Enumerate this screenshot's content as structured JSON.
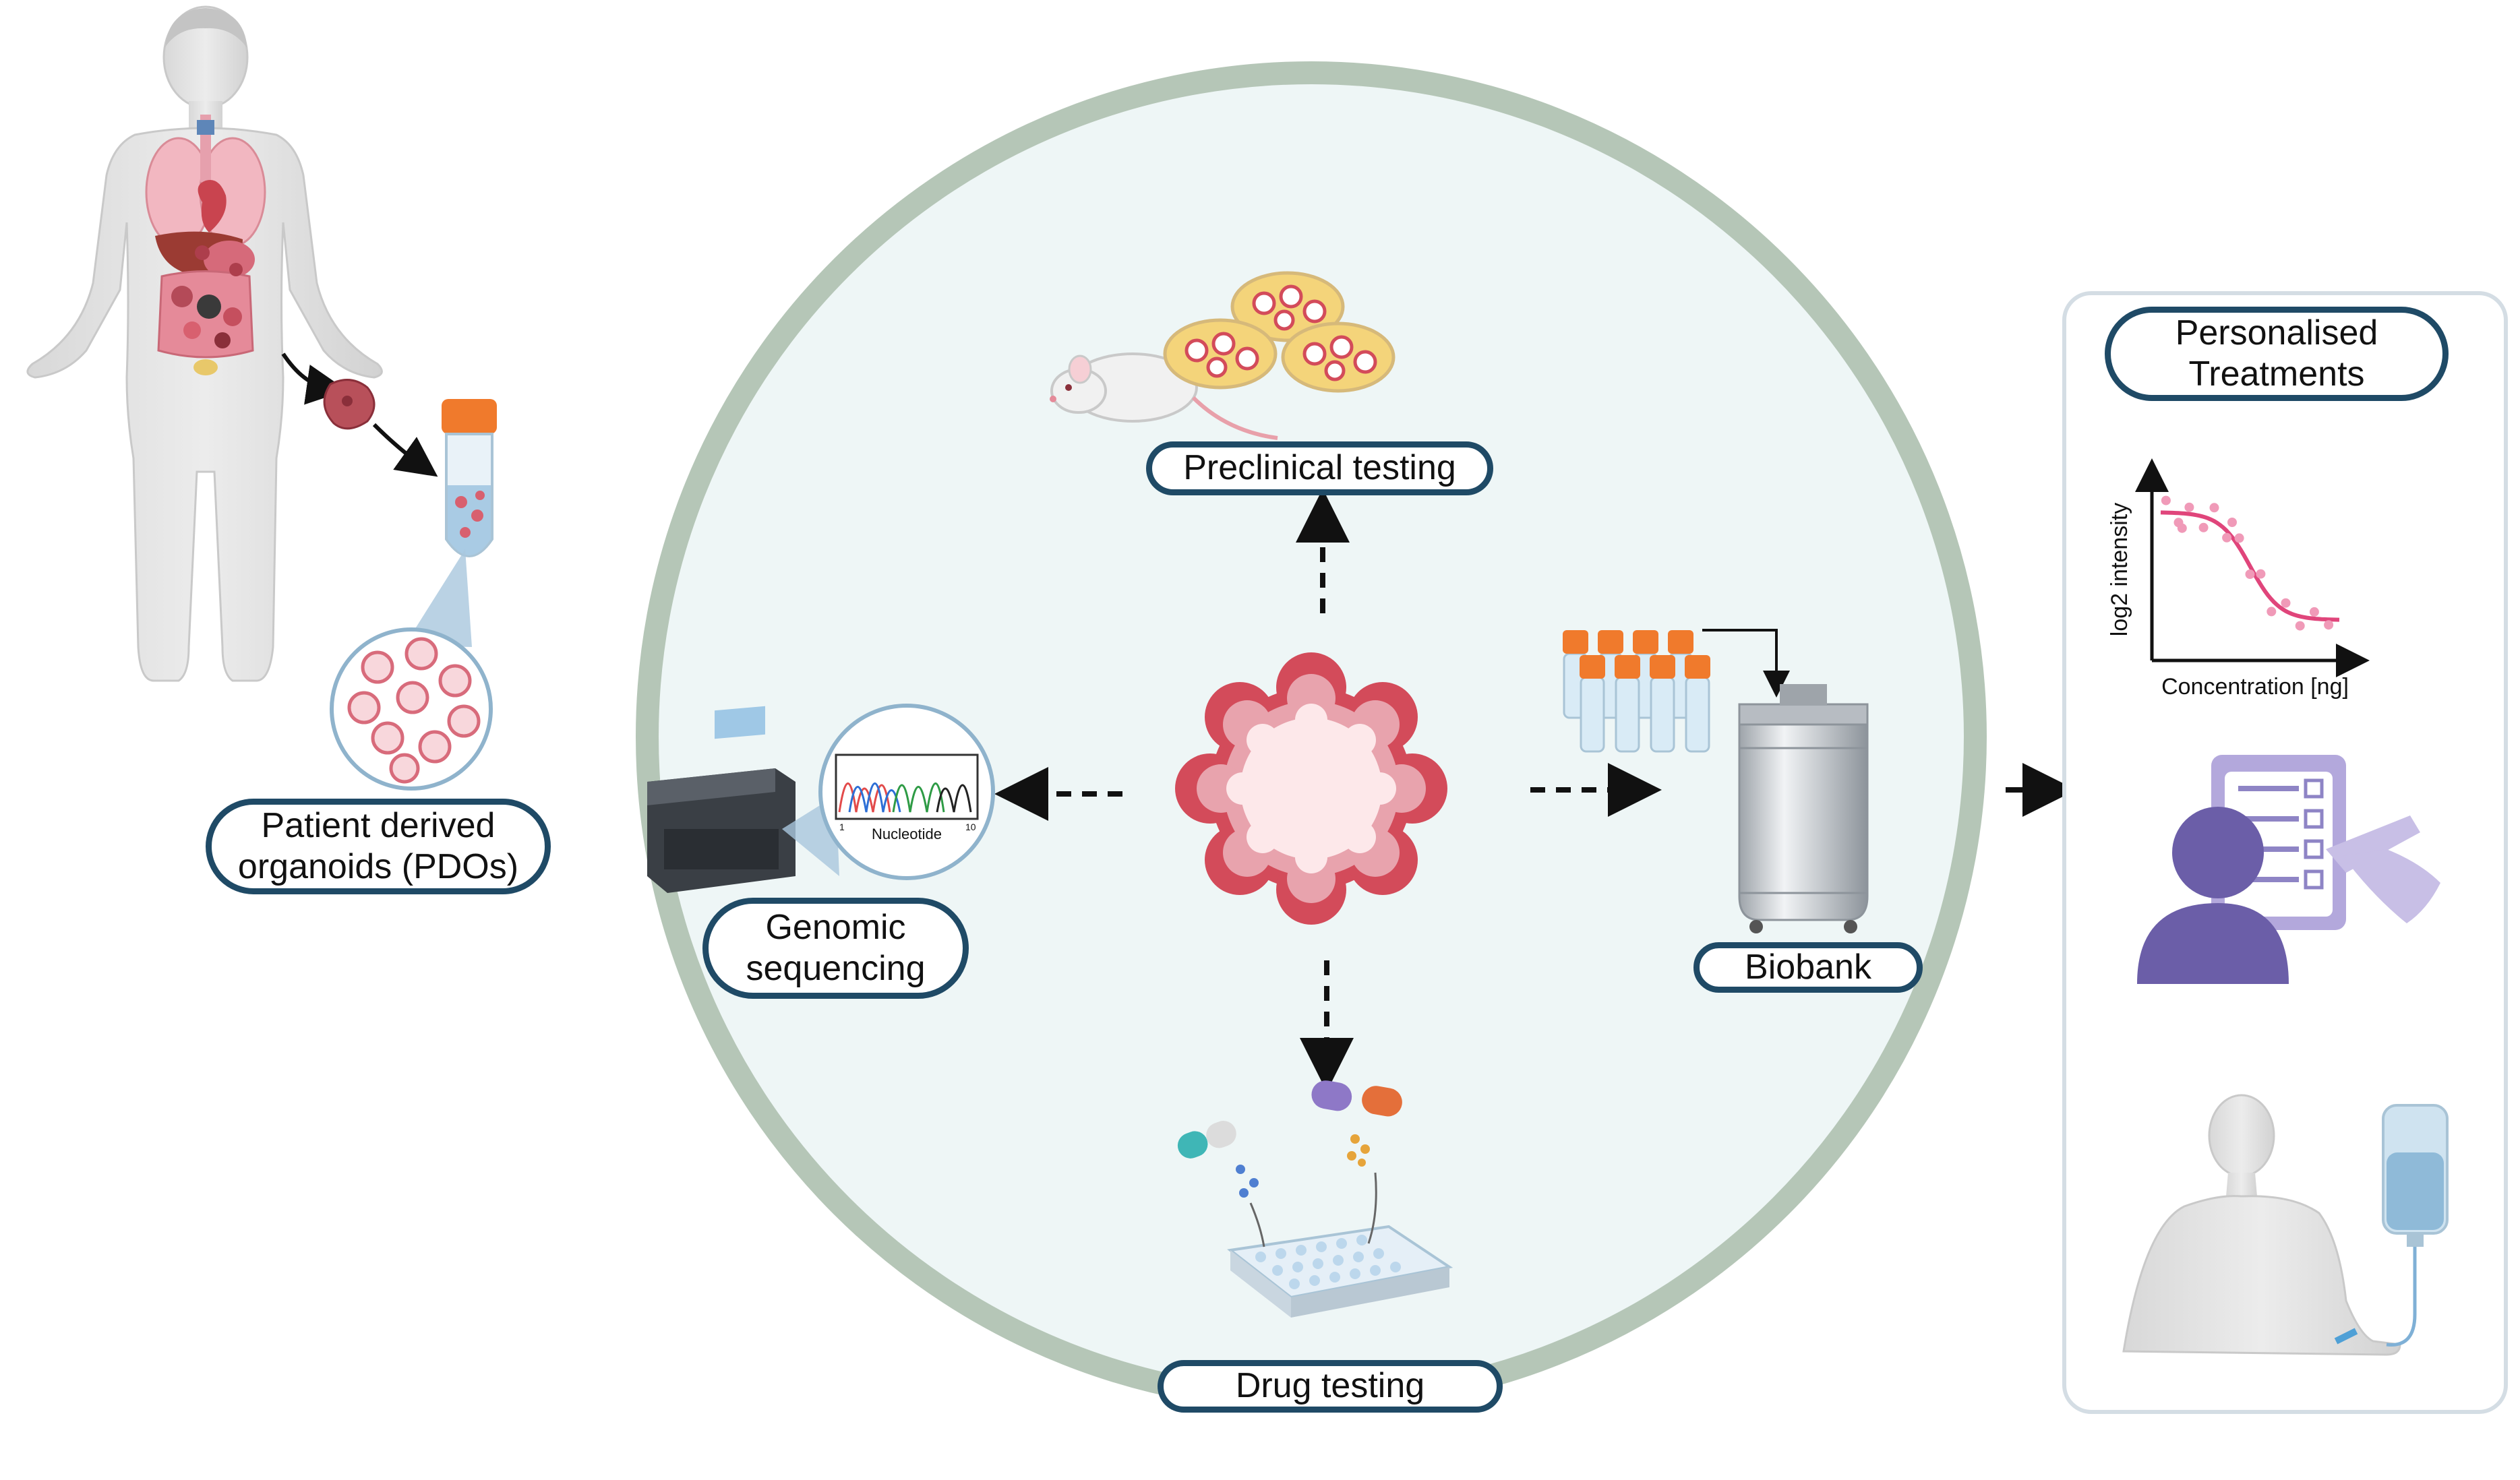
{
  "labels": {
    "pdo_line1": "Patient derived",
    "pdo_line2": "organoids (PDOs)",
    "preclinical": "Preclinical testing",
    "genomic_line1": "Genomic",
    "genomic_line2": "sequencing",
    "biobank": "Biobank",
    "drug": "Drug testing",
    "personalised_line1": "Personalised",
    "personalised_line2": "Treatments"
  },
  "chromatogram": {
    "xlabel": "Nucleotide",
    "tick_start": "1",
    "tick_end": "10"
  },
  "dose_response_chart": {
    "type": "scatter",
    "xlabel": "Concentration [ng]",
    "ylabel": "log2 intensity"
  },
  "colors": {
    "circle_fill": "#eef6f6",
    "circle_ring": "#b5c6b7",
    "pill_border": "#1f4a66",
    "organoid": "#c8414f",
    "curve": "#e0457b",
    "patient_icon": "#6b5ea8"
  }
}
